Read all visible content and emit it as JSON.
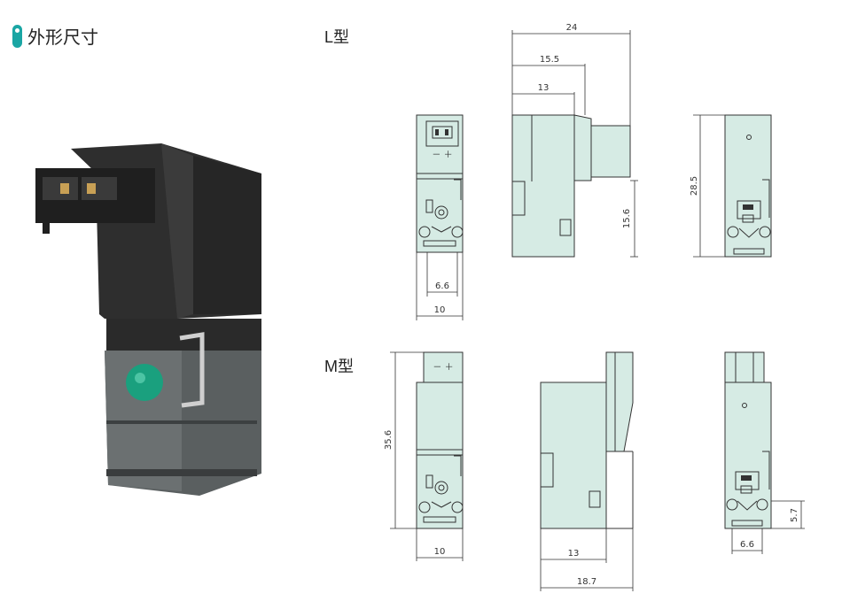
{
  "header": {
    "title": "外形尺寸"
  },
  "variants": {
    "l_type": "L型",
    "m_type": "M型"
  },
  "colors": {
    "accent": "#1aa6a4",
    "part_fill": "#d6ebe4",
    "part_stroke": "#333333",
    "body_dark": "#2a2a2a"
  },
  "l_type": {
    "connector_signs": "－ ＋",
    "dims": {
      "width_total": "24",
      "width_mid": "15.5",
      "width_body": "13",
      "height_lower": "15.6",
      "height_total": "28.5",
      "port": "6.6",
      "front_width": "10"
    }
  },
  "m_type": {
    "connector_signs": "－ ＋",
    "dims": {
      "height_total": "35.6",
      "front_width": "10",
      "body_width": "13",
      "total_width": "18.7",
      "port": "6.6",
      "port_height": "5.7"
    }
  }
}
